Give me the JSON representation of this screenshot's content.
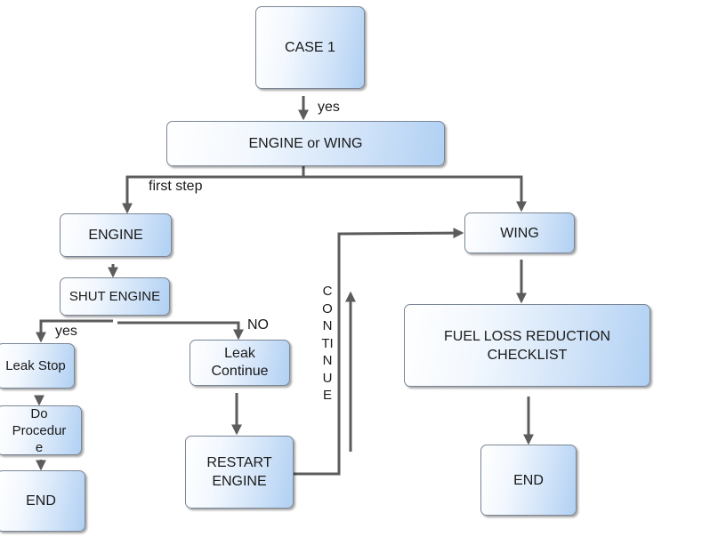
{
  "nodes": {
    "case1": "CASE 1",
    "engine_or_wing": "ENGINE or WING",
    "engine": "ENGINE",
    "shut_engine": "SHUT ENGINE",
    "leak_stop": "Leak Stop",
    "do_procedure": "Do\nProcedur\ne",
    "end_left": "END",
    "leak_continue": "Leak\nContinue",
    "restart_engine": "RESTART\nENGINE",
    "wing": "WING",
    "fuel_loss": "FUEL LOSS REDUCTION\nCHECKLIST",
    "end_right": "END"
  },
  "labels": {
    "yes_top": "yes",
    "first_step": "first step",
    "yes_left": "yes",
    "no": "NO",
    "continue": "CONTINUE"
  },
  "colors": {
    "connector": "#5c5c5c"
  }
}
